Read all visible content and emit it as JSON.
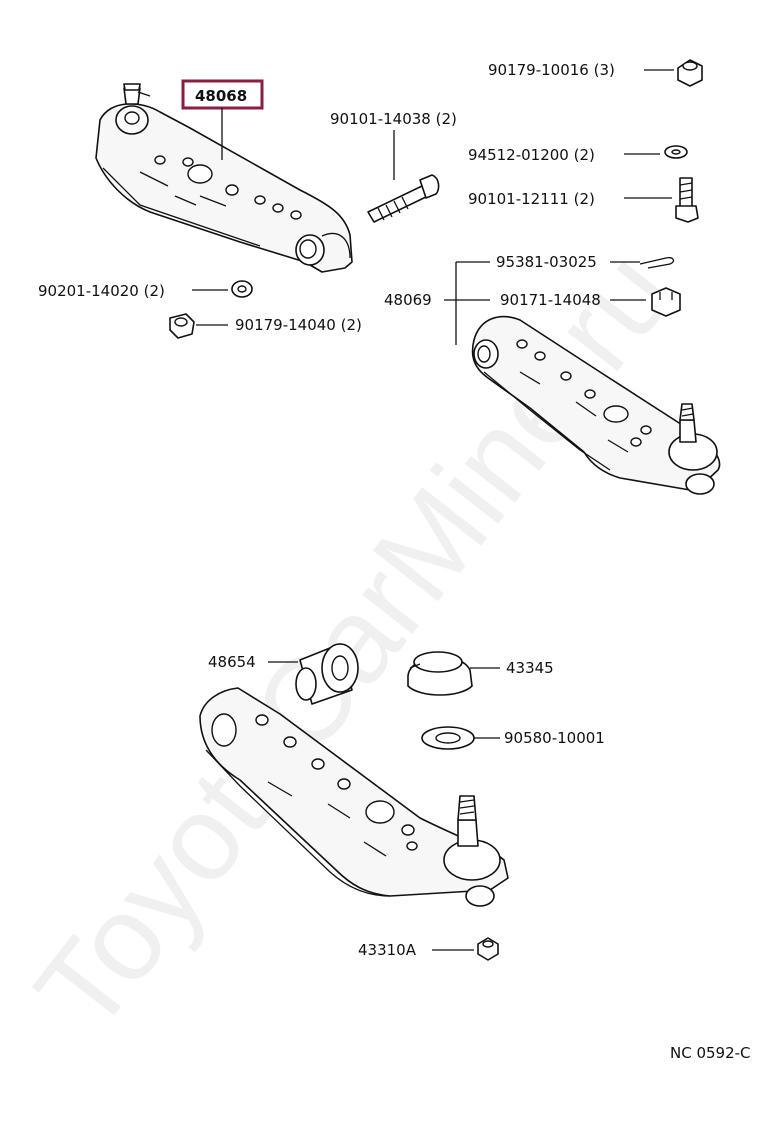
{
  "diagram": {
    "highlight_color": "#8b1e3f",
    "watermark": "ToyotaCarMine.ru",
    "drawing_code": "NC 0592-C",
    "labels": {
      "p48068": "48068",
      "p90179_10016": "90179-10016 (3)",
      "p90101_14038": "90101-14038 (2)",
      "p94512_01200": "94512-01200 (2)",
      "p90101_12111": "90101-12111 (2)",
      "p90201_14020": "90201-14020 (2)",
      "p90179_14040": "90179-14040 (2)",
      "p95381_03025": "95381-03025",
      "p48069": "48069",
      "p90171_14048": "90171-14048",
      "p48654": "48654",
      "p43345": "43345",
      "p90580_10001": "90580-10001",
      "p43310A": "43310A"
    }
  }
}
